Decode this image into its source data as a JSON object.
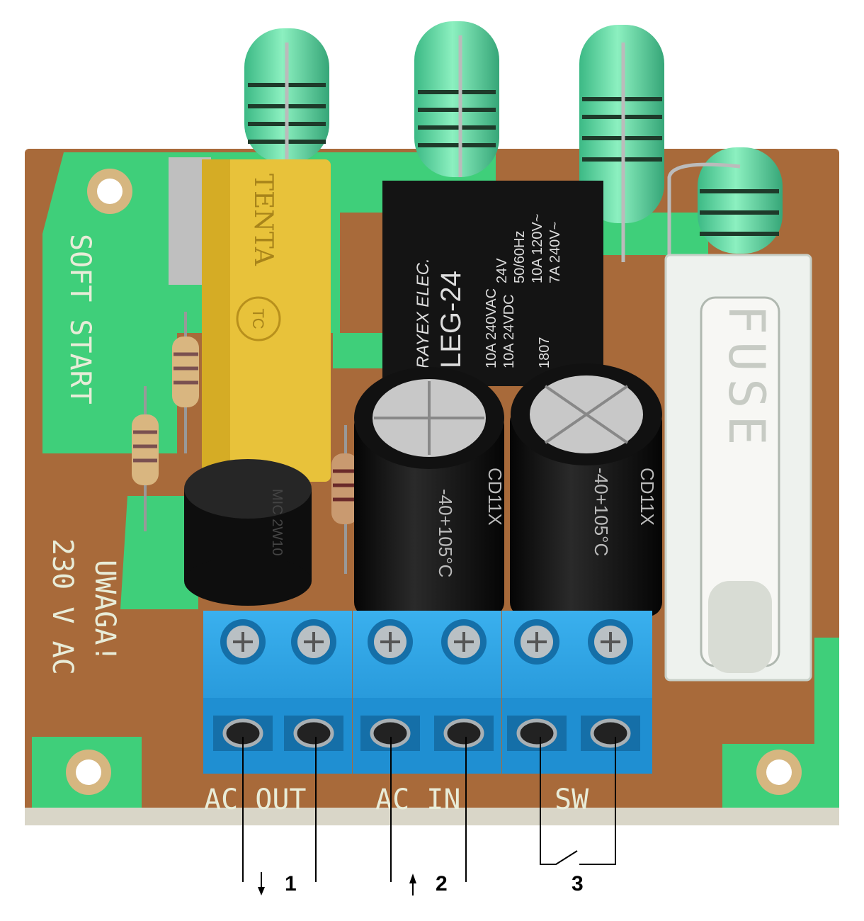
{
  "board": {
    "silkscreen": {
      "title": "SOFT START",
      "voltage": "230 V AC",
      "warning": "UWAGA!",
      "ac_out": "AC OUT",
      "ac_in": "AC IN",
      "sw": "SW",
      "fuse": "FUSE"
    },
    "relay": {
      "brand": "RAYEX ELEC.",
      "model": "LEG-24",
      "coil": "24V",
      "freq": "50/60Hz",
      "rating1": "10A 120V~",
      "rating2": "7A 240V~",
      "rating3": "10A 240VAC",
      "rating4": "10A  24VDC",
      "date": "1807"
    },
    "film_capacitor": {
      "brand": "TENTA",
      "logo": "TC"
    },
    "electrolytic": {
      "brand": "CD11X",
      "temp": "-40+105°C"
    },
    "bridge": {
      "text": "MIC 2W10"
    }
  },
  "annotations": {
    "labels": [
      "1",
      "2",
      "3"
    ],
    "arrow_1": "down",
    "arrow_2": "up",
    "switch_symbol": "normally-open"
  },
  "colors": {
    "pcb_green": "#3fcf7a",
    "pcb_brown": "#a86a3a",
    "terminal_blue": "#2a9fe0",
    "relay_black": "#141414",
    "capacitor_yellow": "#e8c23a",
    "resistor_green": "#5fd9a0"
  }
}
